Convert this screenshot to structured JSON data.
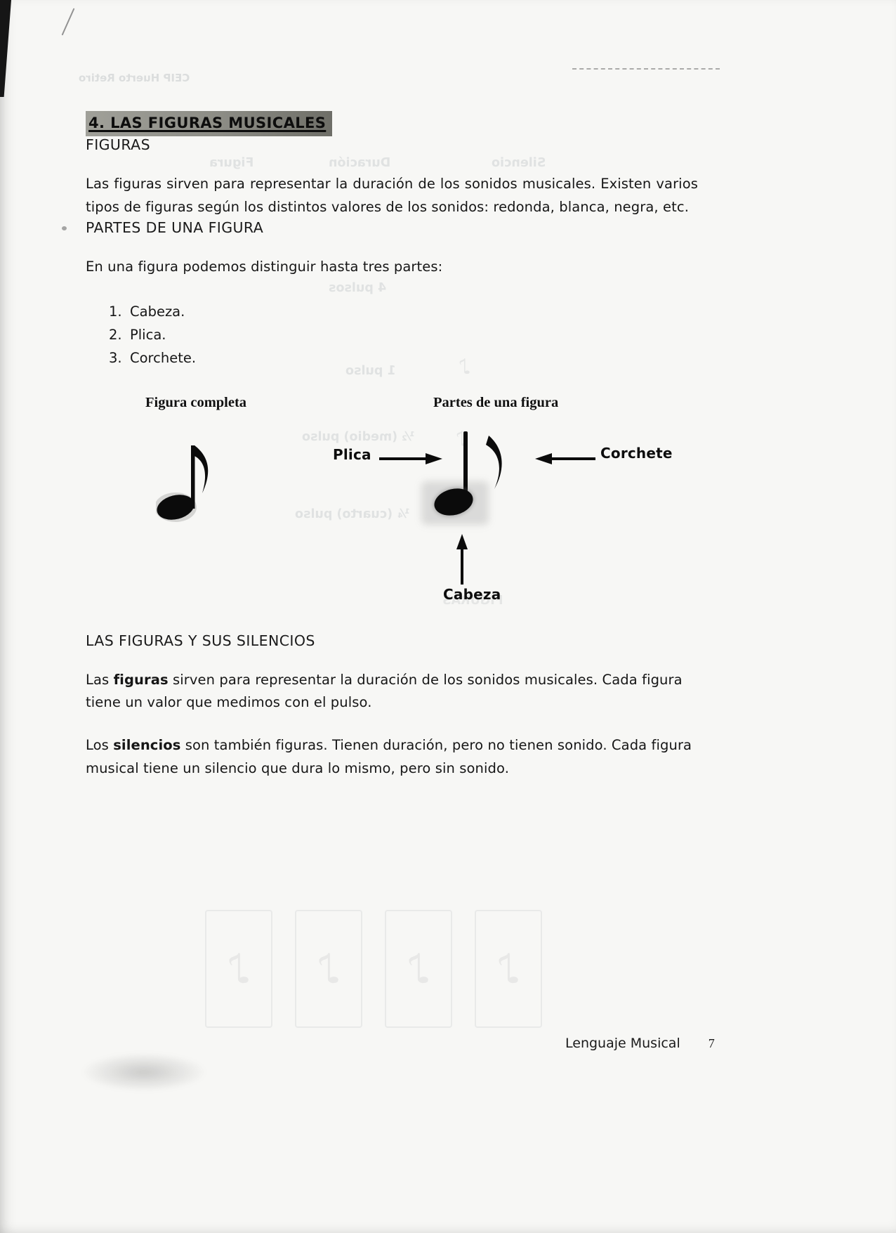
{
  "document": {
    "heading": "4. LAS FIGURAS MUSICALES",
    "figuras": {
      "title": "FIGURAS",
      "body": "Las figuras sirven para representar la duración de los sonidos musicales. Existen varios tipos de figuras según los distintos valores de los sonidos: redonda, blanca, negra, etc."
    },
    "partes": {
      "title": "PARTES DE UNA FIGURA",
      "intro": "En una figura podemos distinguir hasta tres partes:",
      "list": [
        {
          "num": "1.",
          "text": "Cabeza."
        },
        {
          "num": "2.",
          "text": "Plica."
        },
        {
          "num": "3.",
          "text": "Corchete."
        }
      ]
    },
    "figure": {
      "left_caption": "Figura completa",
      "right_caption": "Partes de una figura",
      "label_plica": "Plica",
      "label_corchete": "Corchete",
      "label_cabeza": "Cabeza"
    },
    "silencios": {
      "title": "LAS FIGURAS Y SUS SILENCIOS",
      "p1": {
        "pre": "Las ",
        "bold": "figuras",
        "post": " sirven para representar la duración de los sonidos musicales. Cada figura tiene un valor que medimos con el pulso."
      },
      "p2": {
        "pre": "Los ",
        "bold": "silencios",
        "post": " son también figuras. Tienen duración, pero no tienen sonido. Cada figura musical tiene un silencio que dura lo mismo, pero sin sonido."
      }
    },
    "footer": {
      "text": "Lenguaje Musical",
      "page": "7"
    }
  },
  "bleedthrough": {
    "school": "CEIP Huerto Retiro",
    "col_figura": "Figura",
    "col_duracion": "Duración",
    "col_silencio": "Silencio",
    "row_4pulsos": "4 pulsos",
    "row_1pulso": "1 pulso",
    "row_medio": "½ (medio) pulso",
    "row_cuarto": "¼ (cuarto) pulso",
    "mid_heading": "FIGURAS",
    "note_glyph": "♪"
  }
}
